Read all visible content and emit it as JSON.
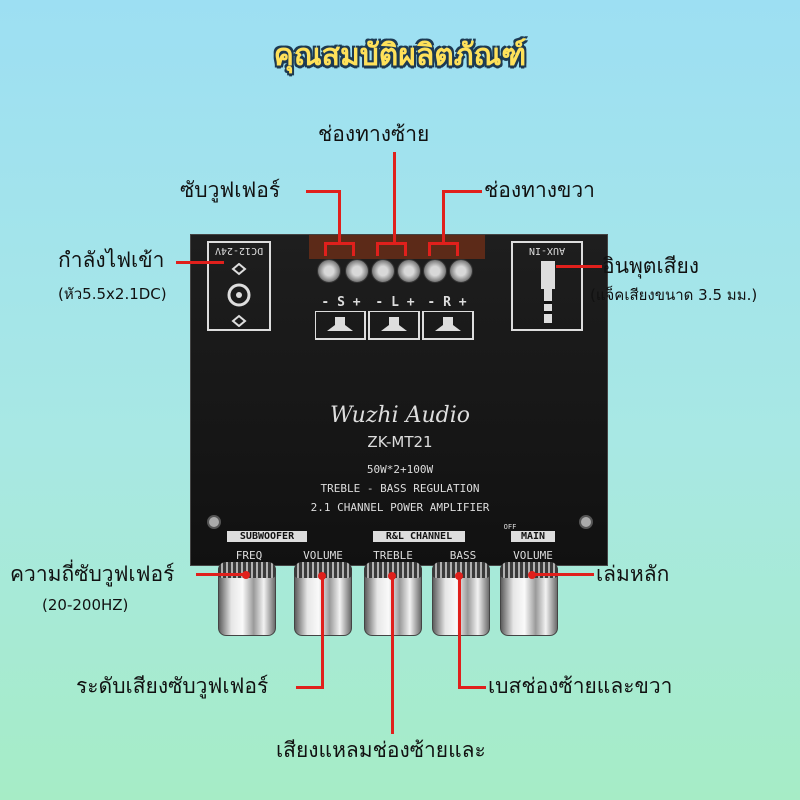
{
  "title": "คุณสมบัติผลิตภัณฑ์",
  "callouts": {
    "left_channel": "ช่องทางซ้าย",
    "subwoofer": "ซับวูฟเฟอร์",
    "right_channel": "ช่องทางขวา",
    "power_input": "กำลังไฟเข้า",
    "power_input_note": "(หัว5.5x2.1DC)",
    "audio_input": "อินพุตเสียง",
    "audio_input_note": "(แจ็คเสียงขนาด 3.5 มม.)",
    "sub_freq": "ความถี่ซับวูฟเฟอร์",
    "sub_freq_note": "(20-200HZ)",
    "main_volume": "เล่มหลัก",
    "sub_volume": "ระดับเสียงซับวูฟเฟอร์",
    "bass": "เบสช่องซ้ายและขวา",
    "treble": "เสียงแหลมช่องซ้ายและ"
  },
  "board": {
    "dc_label": "DC12-24V",
    "aux_label": "AUX-IN",
    "out_s": "- S +",
    "out_l": "- L +",
    "out_r": "- R +",
    "brand": "Wuzhi Audio",
    "model": "ZK-MT21",
    "spec_power": "50W*2+100W",
    "spec_regulation": "TREBLE - BASS REGULATION",
    "spec_type": "2.1 CHANNEL POWER AMPLIFIER",
    "group_sub": "SUBWOOFER",
    "group_rl": "R&L CHANNEL",
    "group_main": "MAIN",
    "knob_freq": "FREQ",
    "knob_sub_volume": "VOLUME",
    "knob_treble": "TREBLE",
    "knob_bass": "BASS",
    "knob_main_volume": "VOLUME",
    "off_label": "OFF"
  },
  "colors": {
    "accent_line": "#e0201c",
    "title_fill": "#ffe15a",
    "title_outline": "#1d3a52"
  }
}
